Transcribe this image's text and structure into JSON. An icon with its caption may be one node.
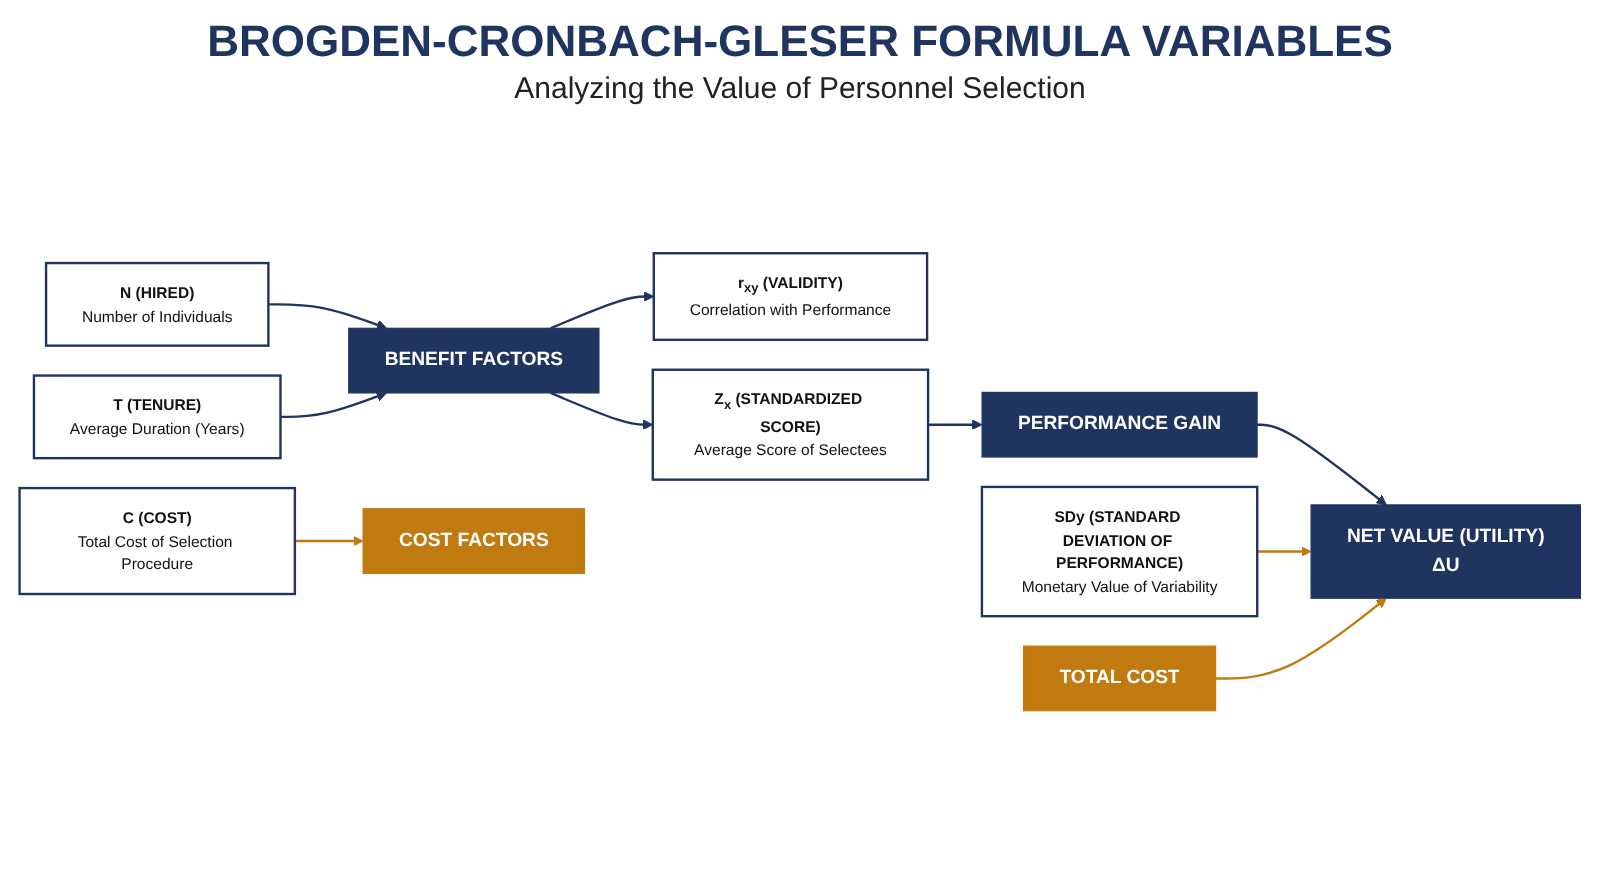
{
  "diagram": {
    "title": "BROGDEN-CRONBACH-GLESER FORMULA VARIABLES",
    "labels": [
      "Analyzing the Value of Personnel Selection"
    ],
    "nodes": [
      {
        "text": [
          "N (HIRED)",
          "Number of Individuals"
        ]
      },
      {
        "text": [
          "T (TENURE)",
          "Average Duration (Years)"
        ]
      },
      {
        "text": [
          "BENEFIT FACTORS"
        ]
      },
      {
        "text": [
          "r$_{xy}$ (VALIDITY)",
          "Correlation with Performance"
        ]
      },
      {
        "text": [
          "Z$_{x}$ (STANDARDIZED SCORE)",
          "Average Score of Selectees"
        ]
      },
      {
        "text": [
          "PERFORMANCE GAIN"
        ]
      },
      {
        "text": [
          "SDy (STANDARD DEVIATION OF PERFORMANCE)",
          "Monetary Value of Variability"
        ]
      },
      {
        "text": [
          "COST FACTORS"
        ]
      },
      {
        "text": [
          "C (COST)",
          "Total Cost of Selection Procedure"
        ]
      },
      {
        "text": [
          "TOTAL COST"
        ]
      },
      {
        "text": [
          "NET VALUE (UTILITY)",
          "ΔU"
        ]
      }
    ],
    "edges": [
      {
        "from": 0,
        "to": 2,
        "arrow": "to"
      },
      {
        "from": 1,
        "to": 2,
        "arrow": "to"
      },
      {
        "from": 2,
        "to": 3,
        "arrow": "to"
      },
      {
        "from": 2,
        "to": 4,
        "arrow": "to"
      },
      {
        "from": 4,
        "to": 5,
        "arrow": "to"
      },
      {
        "from": 5,
        "to": 10,
        "arrow": "to"
      },
      {
        "from": 6,
        "to": 10,
        "arrow": "to",
        "color": "#c07a10"
      },
      {
        "from": 8,
        "to": 7,
        "arrow": "to",
        "color": "#c07a10"
      },
      {
        "from": 9,
        "to": 10,
        "arrow": "to",
        "color": "#c07a10"
      }
    ]
  }
}
